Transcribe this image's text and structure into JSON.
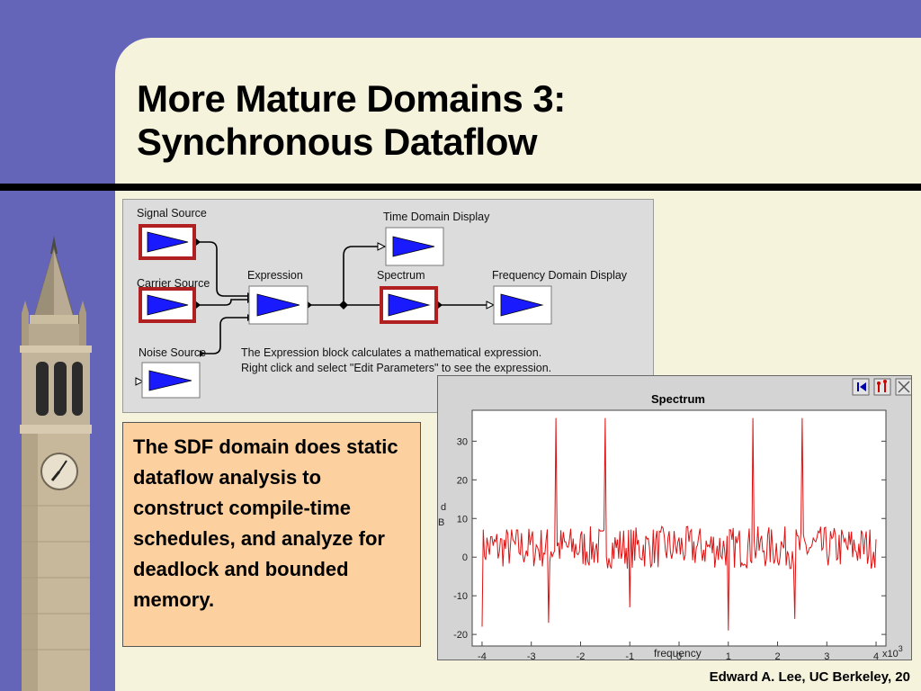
{
  "slide": {
    "title_line1": "More Mature Domains 3:",
    "title_line2": "Synchronous Dataflow",
    "footer": "Edward A. Lee, UC Berkeley, 20"
  },
  "diagram": {
    "blocks": {
      "signal_source": "Signal Source",
      "carrier_source": "Carrier Source",
      "noise_source": "Noise Source",
      "expression": "Expression",
      "time_domain_display": "Time Domain Display",
      "spectrum": "Spectrum",
      "frequency_domain_display": "Frequency Domain Display"
    },
    "note_line1": "The Expression block calculates a mathematical expression.",
    "note_line2": "Right click and select \"Edit Parameters\" to see the expression."
  },
  "note_box": {
    "text": "The SDF domain does static dataflow analysis to construct compile-time schedules, and analyze for deadlock and bounded memory."
  },
  "chart_data": {
    "type": "line",
    "title": "Spectrum",
    "xlabel": "frequency",
    "ylabel": "dB",
    "x_scale_label": "x10³",
    "xlim": [
      -4.2,
      4.2
    ],
    "ylim": [
      -23,
      38
    ],
    "xticks": [
      -4,
      -3,
      -2,
      -1,
      0,
      1,
      2,
      3,
      4
    ],
    "yticks": [
      -20,
      -10,
      0,
      10,
      20,
      30
    ],
    "series_color": "#dd1111",
    "peaks": [
      {
        "x": -2.5,
        "y": 36
      },
      {
        "x": -1.5,
        "y": 36
      },
      {
        "x": 1.5,
        "y": 36
      },
      {
        "x": 2.5,
        "y": 36
      }
    ],
    "dips": [
      {
        "x": -4.0,
        "y": -18
      },
      {
        "x": -2.65,
        "y": -17
      },
      {
        "x": -1.0,
        "y": -13
      },
      {
        "x": 1.0,
        "y": -19
      },
      {
        "x": 2.35,
        "y": -16
      }
    ],
    "baseline": {
      "x_from": -4.0,
      "x_to": 4.0,
      "y_low": -3,
      "y_high": 8
    }
  },
  "colors": {
    "background": "#6464b8",
    "slide": "#f5f3dc",
    "note_box": "#fdd0a0",
    "actor_fill": "#1a1aff",
    "highlight_border": "#b02020"
  }
}
